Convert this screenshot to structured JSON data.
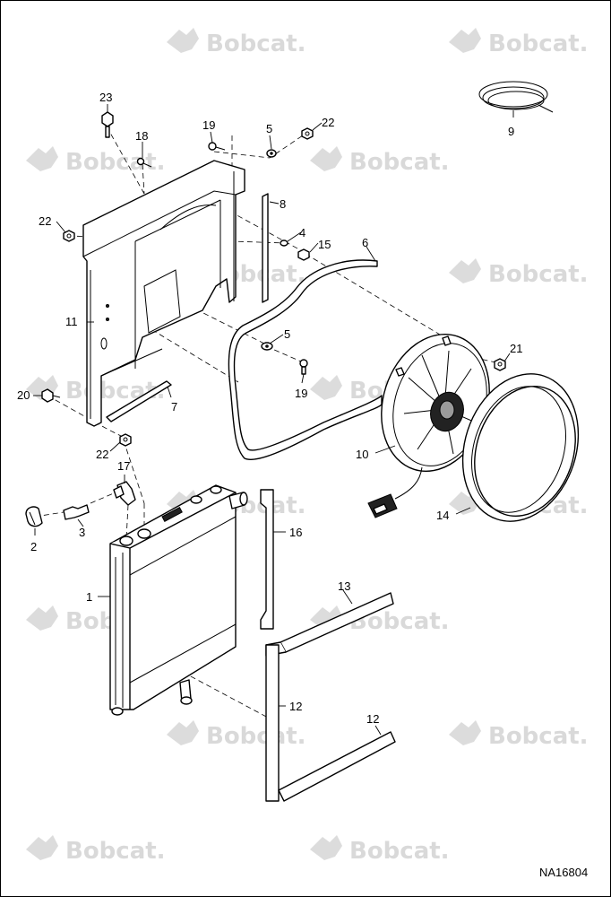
{
  "watermark": {
    "text": "Bobcat.",
    "color": "#d9d9d9"
  },
  "drawing_number": "NA16804",
  "callouts": {
    "c1": "1",
    "c2": "2",
    "c3": "3",
    "c4": "4",
    "c5a": "5",
    "c5b": "5",
    "c6": "6",
    "c7": "7",
    "c8": "8",
    "c9": "9",
    "c10": "10",
    "c11": "11",
    "c12a": "12",
    "c12b": "12",
    "c13": "13",
    "c14": "14",
    "c15": "15",
    "c16": "16",
    "c17": "17",
    "c18": "18",
    "c19a": "19",
    "c19b": "19",
    "c20": "20",
    "c21": "21",
    "c22a": "22",
    "c22b": "22",
    "c22c": "22",
    "c23": "23"
  }
}
